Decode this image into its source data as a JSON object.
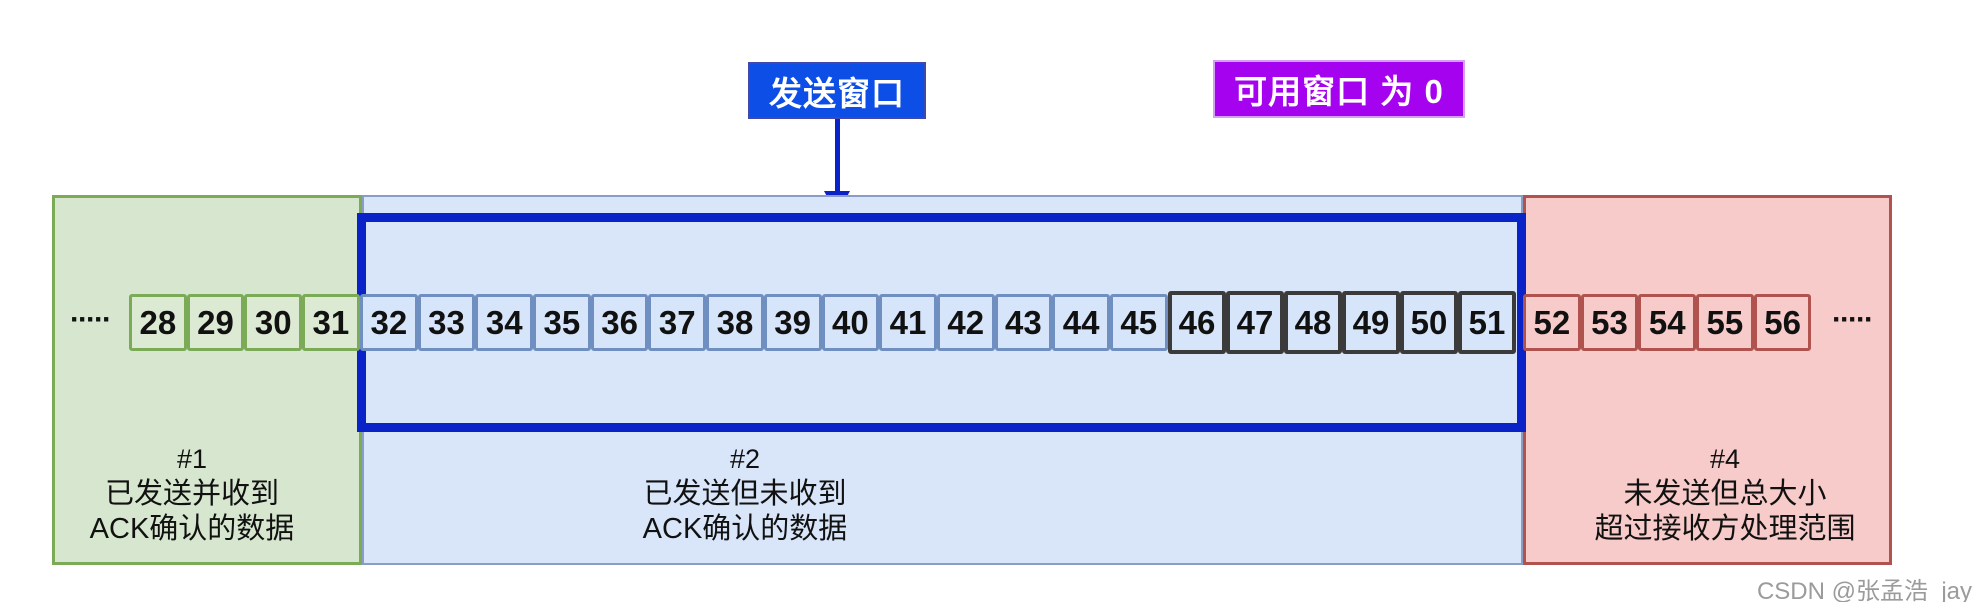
{
  "top_labels": {
    "send_window": "发送窗口",
    "available_window": "可用窗口 为 0"
  },
  "ellipsis": {
    "left": "·····",
    "right": "·····"
  },
  "cells": {
    "acked": [
      "28",
      "29",
      "30",
      "31"
    ],
    "sent_unacked": [
      "32",
      "33",
      "34",
      "35",
      "36",
      "37",
      "38",
      "39",
      "40",
      "41",
      "42",
      "43",
      "44",
      "45"
    ],
    "used_window": [
      "46",
      "47",
      "48",
      "49",
      "50",
      "51"
    ],
    "oversize": [
      "52",
      "53",
      "54",
      "55",
      "56"
    ]
  },
  "captions": {
    "acked": {
      "hash": "#1",
      "line1": "已发送并收到",
      "line2": "ACK确认的数据"
    },
    "unacked": {
      "hash": "#2",
      "line1": "已发送但未收到",
      "line2": "ACK确认的数据"
    },
    "oversize": {
      "hash": "#4",
      "line1": "未发送但总大小",
      "line2": "超过接收方处理范围"
    }
  },
  "watermark": "CSDN @张孟浩_jay",
  "colors": {
    "window_border": "#0a23c8",
    "send_label_bg": "#0d4fe6",
    "available_label_bg": "#a503f0",
    "green_fill": "#d7e7cf",
    "green_cell_fill": "#dcead3",
    "green_border": "#7cab57",
    "blue_fill": "#d9e6fa",
    "blue_cell_fill": "#d6e5fa",
    "blue_border": "#8a9dc7",
    "red_fill": "#f6cbc9",
    "red_cell_fill": "#f6cbc9",
    "red_border": "#b0534f",
    "black_cell_border": "#3b3b3b"
  }
}
